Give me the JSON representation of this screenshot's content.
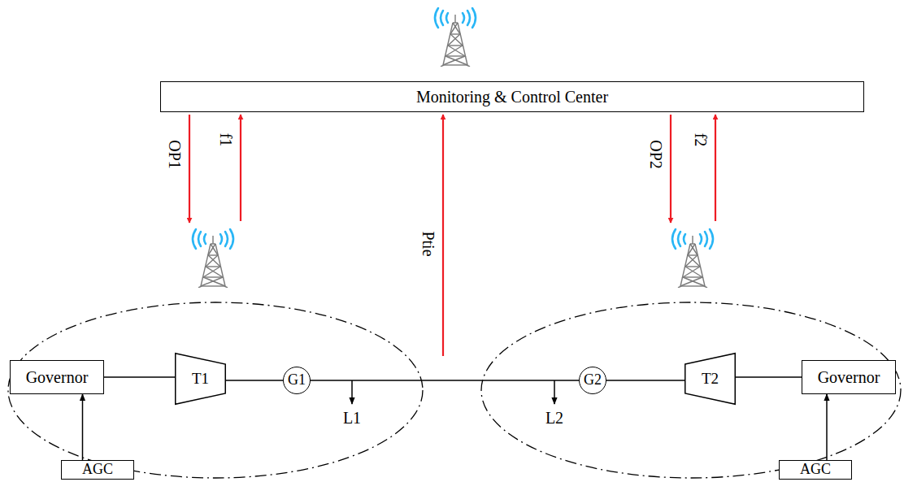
{
  "diagram": {
    "nodes": [
      {
        "text": [
          "Monitoring & Control Center"
        ]
      },
      {
        "text": [
          "Governor"
        ]
      },
      {
        "text": [
          "T1"
        ]
      },
      {
        "text": [
          "G1"
        ]
      },
      {
        "text": [
          "AGC"
        ]
      },
      {
        "text": [
          "G2"
        ]
      },
      {
        "text": [
          "T2"
        ]
      },
      {
        "text": [
          "Governor"
        ]
      },
      {
        "text": [
          "AGC"
        ]
      }
    ],
    "edges": [
      {
        "from": 1,
        "to": 2,
        "arrow": "none"
      },
      {
        "from": 2,
        "to": 3,
        "arrow": "none"
      },
      {
        "from": 4,
        "to": 1,
        "arrow": "to"
      },
      {
        "from": 3,
        "to": 5,
        "arrow": "none"
      },
      {
        "from": 5,
        "to": 6,
        "arrow": "none"
      },
      {
        "from": 6,
        "to": 7,
        "arrow": "none"
      },
      {
        "from": 8,
        "to": 7,
        "arrow": "to"
      }
    ],
    "labels": [
      "OP1",
      "f1",
      "Ptie",
      "OP2",
      "f2",
      "L1",
      "L2"
    ]
  }
}
